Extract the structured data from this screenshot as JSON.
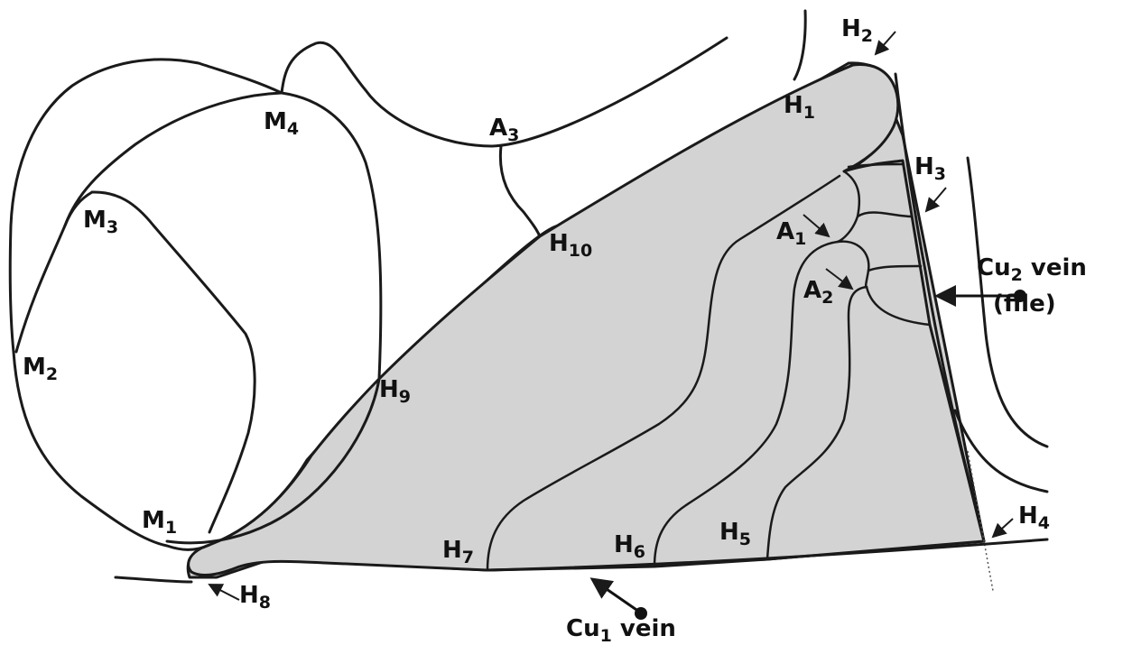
{
  "labels": {
    "H1": {
      "letter": "H",
      "sub": "1"
    },
    "H2": {
      "letter": "H",
      "sub": "2"
    },
    "H3": {
      "letter": "H",
      "sub": "3"
    },
    "H4": {
      "letter": "H",
      "sub": "4"
    },
    "H5": {
      "letter": "H",
      "sub": "5"
    },
    "H6": {
      "letter": "H",
      "sub": "6"
    },
    "H7": {
      "letter": "H",
      "sub": "7"
    },
    "H8": {
      "letter": "H",
      "sub": "8"
    },
    "H9": {
      "letter": "H",
      "sub": "9"
    },
    "H10": {
      "letter": "H",
      "sub": "10"
    },
    "M1": {
      "letter": "M",
      "sub": "1"
    },
    "M2": {
      "letter": "M",
      "sub": "2"
    },
    "M3": {
      "letter": "M",
      "sub": "3"
    },
    "M4": {
      "letter": "M",
      "sub": "4"
    },
    "A1": {
      "letter": "A",
      "sub": "1"
    },
    "A2": {
      "letter": "A",
      "sub": "2"
    },
    "A3": {
      "letter": "A",
      "sub": "3"
    }
  },
  "cu2": {
    "prefix": "Cu",
    "sub": "2",
    "suffix": " vein",
    "line2": "(file)"
  },
  "cu1": {
    "prefix": "Cu",
    "sub": "1",
    "suffix": " vein"
  },
  "colors": {
    "shaded_region": "#d3d3d3",
    "line": "#1a1a1a",
    "background": "#ffffff"
  }
}
